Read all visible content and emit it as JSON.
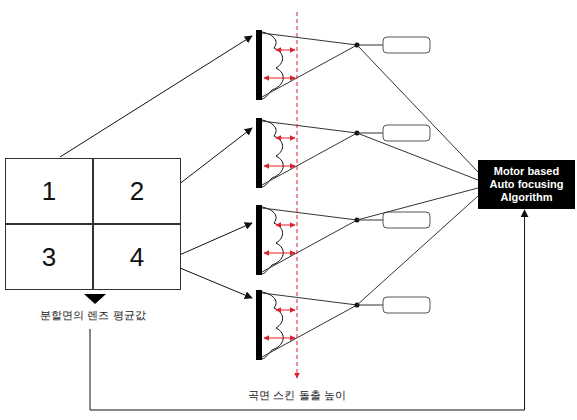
{
  "diagram": {
    "nodes": [
      {
        "text": [
          "분할면의 렌즈 평균값"
        ]
      },
      {
        "text": [
          "1"
        ],
        "in": 0
      },
      {
        "text": [
          "2"
        ],
        "in": 0
      },
      {
        "text": [
          "3"
        ],
        "in": 0
      },
      {
        "text": [
          "4"
        ],
        "in": 0
      },
      {
        "text": [
          "Motor based Auto focusing Algorithm"
        ]
      }
    ],
    "edges": [
      {
        "from": 0,
        "to": 5,
        "arrow": "to"
      }
    ],
    "labels": [
      "곡면 스킨 돌출 높이"
    ]
  }
}
